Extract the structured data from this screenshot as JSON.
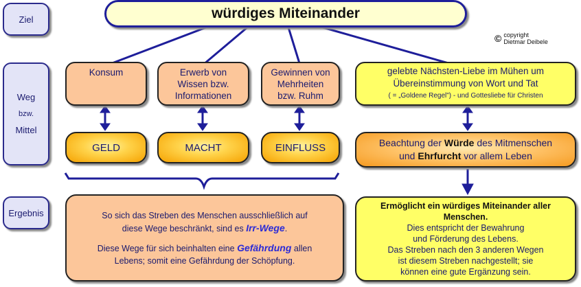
{
  "side_labels": {
    "goal": "Ziel",
    "path": {
      "line1": "Weg",
      "line2": "bzw.",
      "line3": "Mittel"
    },
    "result": "Ergebnis"
  },
  "goal_title": "würdiges Miteinander",
  "copyright": {
    "symbol": "©",
    "line1": "copyright",
    "line2": "Dietmar Deibele"
  },
  "ways": [
    {
      "line1": "Konsum",
      "line2": "",
      "line3": ""
    },
    {
      "line1": "Erwerb von",
      "line2": "Wissen bzw.",
      "line3": "Informationen"
    },
    {
      "line1": "Gewinnen von",
      "line2": "Mehrheiten",
      "line3": "bzw. Ruhm"
    }
  ],
  "means": [
    "GELD",
    "MACHT",
    "EINFLUSS"
  ],
  "right_way": {
    "line1": "gelebte Nächsten-Liebe im Mühen um",
    "line2": "Übereinstimmung von Wort und Tat",
    "line3": "( = „Goldene Regel\") - und Gottesliebe für Christen"
  },
  "right_mean": {
    "l1a": "Beachtung der ",
    "l1b": "Würde",
    "l1c": " des Mitmenschen",
    "l2a": "und ",
    "l2b": "Ehrfurcht",
    "l2c": " vor allem Leben"
  },
  "left_result": {
    "p1a": "So sich das Streben des Menschen ausschließlich auf",
    "p1b": "diese Wege beschränkt, sind es ",
    "p1hl": "Irr-Wege",
    "p1end": ".",
    "p2a": "Diese Wege für sich beinhalten eine ",
    "p2hl": "Gefährdung",
    "p2b": " allen",
    "p2c": "Lebens;  somit eine Gefährdung der Schöpfung."
  },
  "right_result": {
    "bold1": "Ermöglicht ein würdiges Miteinander aller",
    "bold2": "Menschen.",
    "l1": "Dies entspricht der Bewahrung",
    "l2": "und Förderung des Lebens.",
    "l3": "Das Streben nach den 3 anderen Wegen",
    "l4": "ist diesem Streben nachgestellt; sie",
    "l5": "können eine gute Ergänzung sein."
  }
}
